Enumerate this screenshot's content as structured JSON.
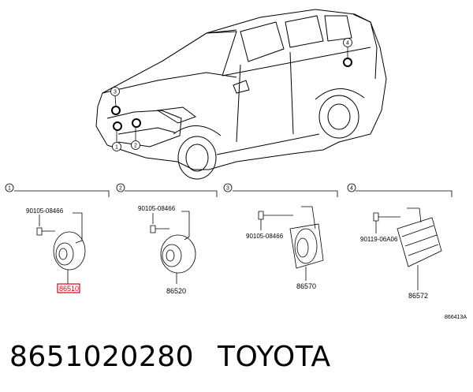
{
  "diagram": {
    "callouts": [
      "1",
      "2",
      "3",
      "4"
    ],
    "groups": [
      {
        "callout": "1",
        "bolt": "90105-08466",
        "part": "86510",
        "highlighted": true
      },
      {
        "callout": "2",
        "bolt": "90105-08466",
        "part": "86520",
        "highlighted": false
      },
      {
        "callout": "3",
        "bolt": "90105-08466",
        "part": "86570",
        "highlighted": false
      },
      {
        "callout": "4",
        "bolt": "90119-06A06",
        "part": "86572",
        "highlighted": false
      }
    ],
    "code": "866413A",
    "highlight_color": "#d0021b"
  },
  "footer": {
    "part_number": "8651020280",
    "brand": "TOYOTA"
  }
}
